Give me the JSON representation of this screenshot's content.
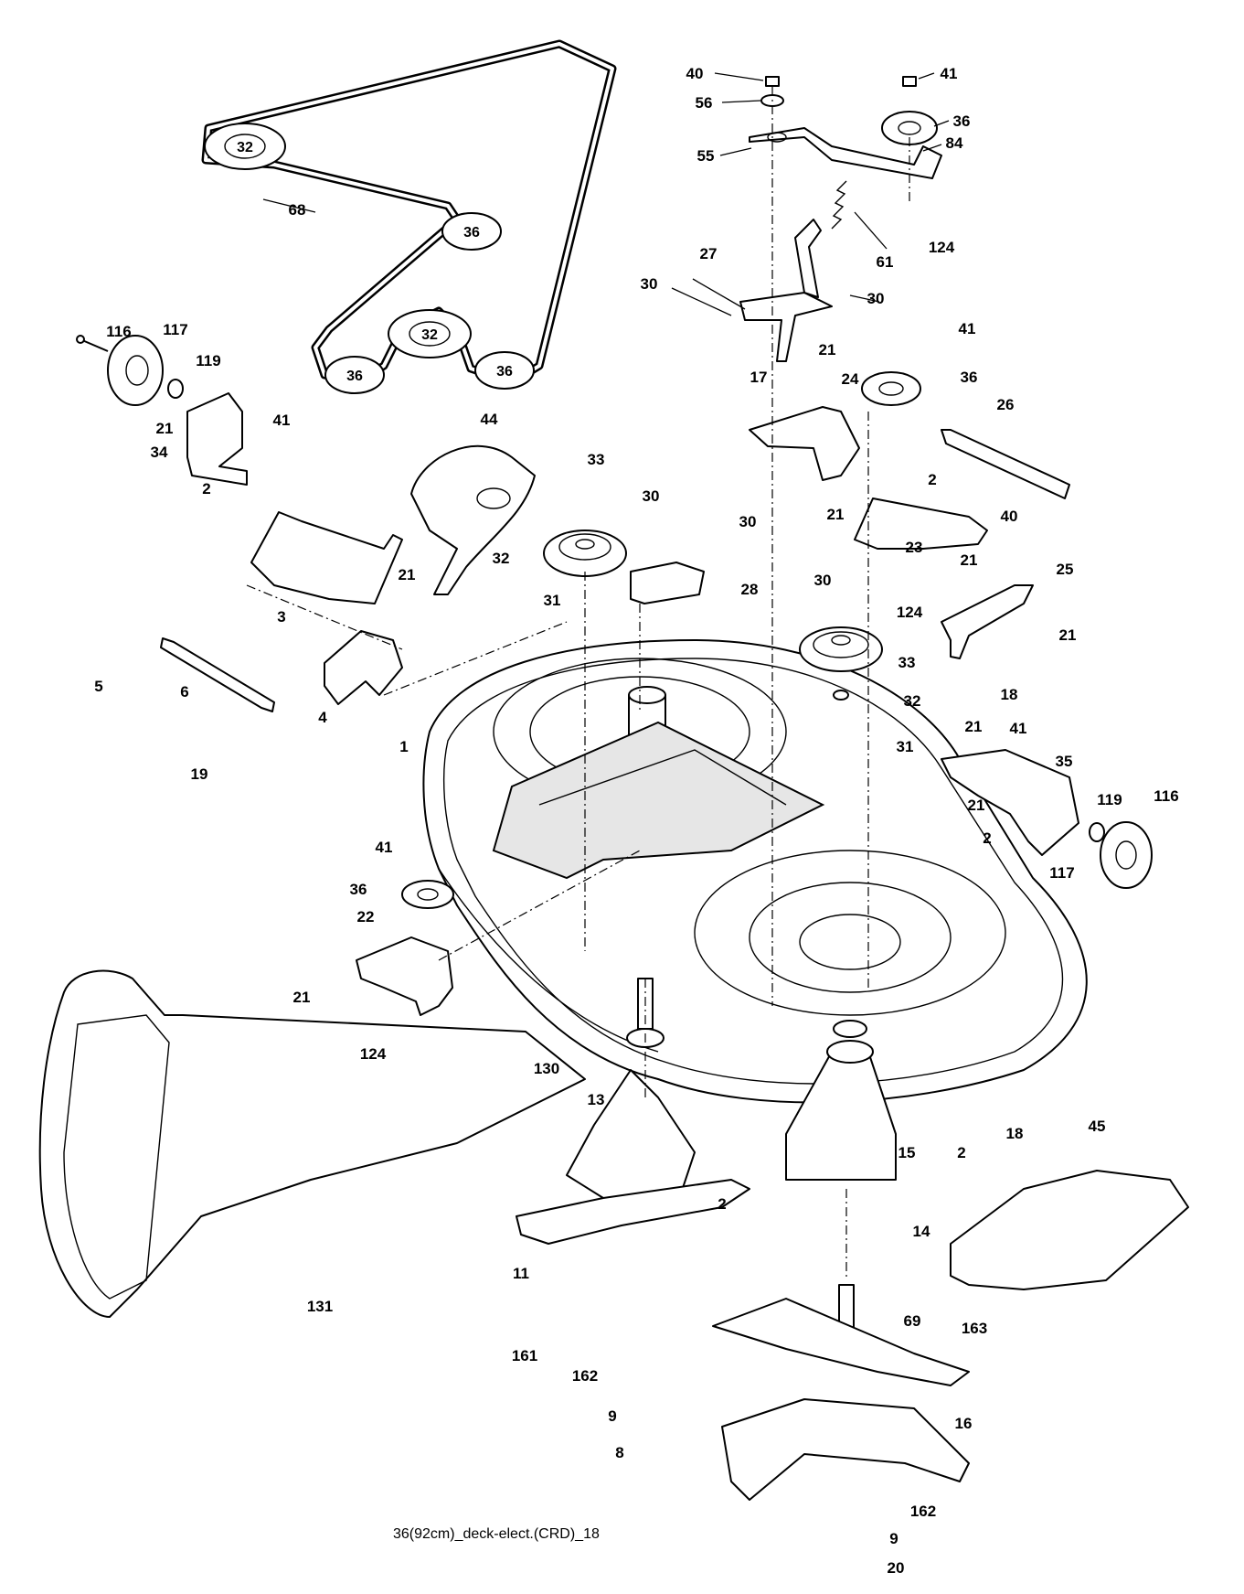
{
  "diagram": {
    "caption": "36(92cm)_deck-elect.(CRD)_18",
    "belt_labels": [
      "32",
      "36",
      "32",
      "36",
      "36"
    ],
    "callouts": [
      "40",
      "41",
      "56",
      "36",
      "84",
      "55",
      "124",
      "61",
      "30",
      "27",
      "30",
      "41",
      "21",
      "17",
      "36",
      "24",
      "26",
      "2",
      "40",
      "21",
      "21",
      "23",
      "30",
      "124",
      "25",
      "21",
      "18",
      "68",
      "116",
      "117",
      "119",
      "21",
      "41",
      "34",
      "2",
      "44",
      "33",
      "32",
      "30",
      "30",
      "28",
      "31",
      "3",
      "21",
      "5",
      "6",
      "4",
      "19",
      "33",
      "32",
      "31",
      "1",
      "21",
      "41",
      "35",
      "21",
      "119",
      "116",
      "2",
      "117",
      "41",
      "36",
      "22",
      "21",
      "124",
      "130",
      "13",
      "15",
      "2",
      "18",
      "45",
      "2",
      "14",
      "11",
      "131",
      "69",
      "161",
      "163",
      "162",
      "9",
      "8",
      "16",
      "162",
      "9",
      "20"
    ]
  }
}
